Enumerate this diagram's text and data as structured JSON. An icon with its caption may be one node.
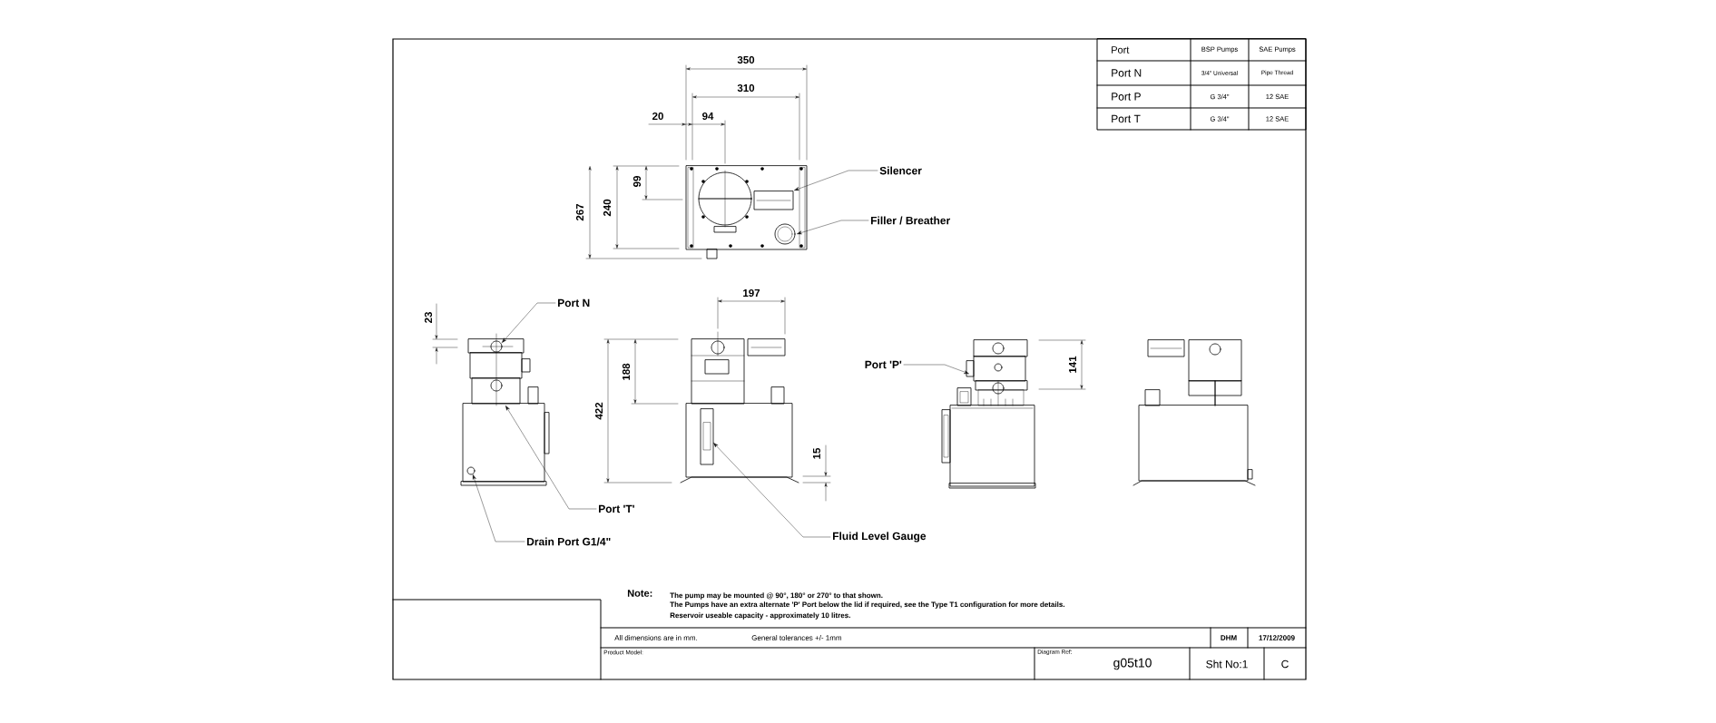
{
  "diagram": {
    "nodes": [
      {
        "text": [],
        "shape": "picture"
      },
      {
        "text": [
          "Silencer"
        ]
      },
      {
        "text": [
          "Filler / Breather"
        ]
      },
      {
        "text": [
          "Port N"
        ]
      },
      {
        "text": [],
        "shape": "picture"
      },
      {
        "text": [],
        "shape": "picture"
      },
      {
        "text": [
          "Port 'P'"
        ]
      },
      {
        "text": [],
        "shape": "picture"
      },
      {
        "text": [
          "Port 'T'"
        ]
      },
      {
        "text": [
          "Drain Port G1/4\""
        ]
      },
      {
        "text": [
          "Fluid Level Gauge"
        ]
      }
    ],
    "edges": [
      {
        "from": 1,
        "to": 0,
        "arrow": "to"
      },
      {
        "from": 2,
        "to": 0,
        "arrow": "to"
      },
      {
        "from": 3,
        "to": 4,
        "arrow": "to"
      },
      {
        "from": 6,
        "to": 7,
        "arrow": "to"
      },
      {
        "from": 8,
        "to": 4,
        "arrow": "to"
      },
      {
        "from": 9,
        "to": 4,
        "arrow": "to"
      },
      {
        "from": 10,
        "to": 5,
        "arrow": "to"
      }
    ],
    "labels": [
      "Port",
      "BSP Pumps",
      "SAE Pumps",
      "Port N",
      "3/4\" Universal",
      "Pipe Thread",
      "Port P",
      "G 3/4\"",
      "12 SAE",
      "Port T",
      "G 3/4\"",
      "12 SAE",
      "350",
      "310",
      "20",
      "94",
      "267",
      "240",
      "99",
      "197",
      "23",
      "422",
      "188",
      "141",
      "15",
      "Note:",
      "The pump may be mounted @ 90°, 180° or 270° to that shown.",
      "The Pumps have an extra alternate 'P' Port below the lid if required, see the Type T1 configuration for more details.",
      "Reservoir useable capacity - approximately 10 litres.",
      "All dimensions are in mm.",
      "General tolerances +/- 1mm",
      "DHM",
      "17/12/2009",
      "Product Model:",
      "Diagram Ref:",
      "g05t10",
      "Sht No:1",
      "C"
    ]
  }
}
